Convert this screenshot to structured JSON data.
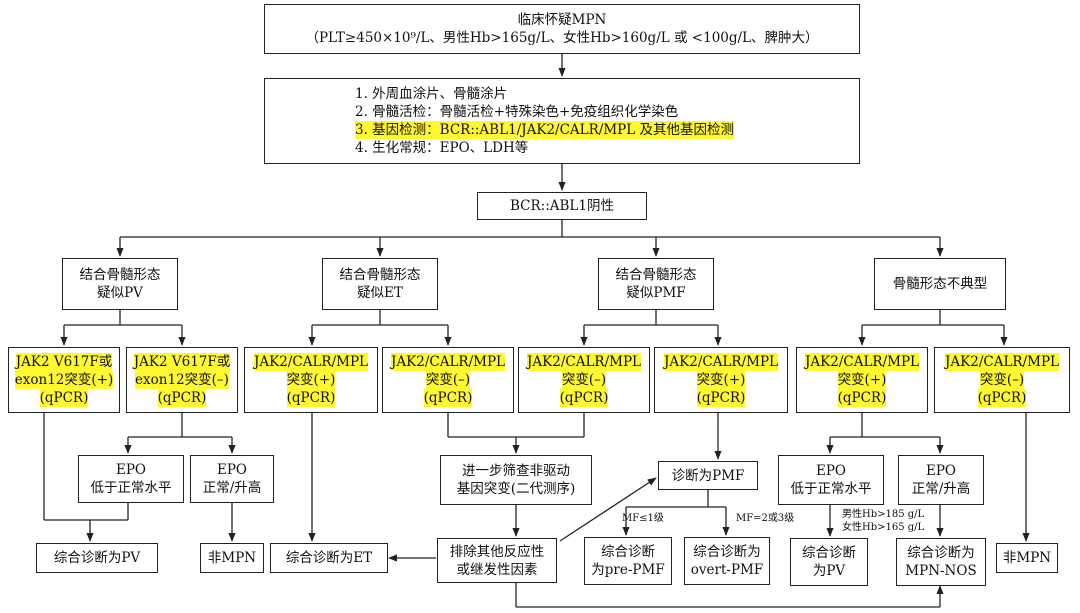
{
  "colors": {
    "highlight": "#fff830",
    "border": "#222222",
    "line": "#222222"
  },
  "nodes": {
    "start": {
      "lines": [
        "临床怀疑MPN",
        "（PLT≥450×10⁹/L、男性Hb>165g/L、女性Hb>160g/L 或 <100g/L、脾肿大）"
      ]
    },
    "workup": {
      "lines": [
        "1. 外周血涂片、骨髓涂片",
        "2. 骨髓活检：骨髓活检+特殊染色+免疫组织化学染色",
        "3. 基因检测：BCR::ABL1/JAK2/CALR/MPL 及其他基因检测",
        "4. 生化常规：EPO、LDH等"
      ]
    },
    "bcr_neg": {
      "lines": [
        "BCR::ABL1阴性"
      ]
    },
    "pv_like": {
      "lines": [
        "结合骨髓形态",
        "疑似PV"
      ]
    },
    "et_like": {
      "lines": [
        "结合骨髓形态",
        "疑似ET"
      ]
    },
    "pmf_like": {
      "lines": [
        "结合骨髓形态",
        "疑似PMF"
      ]
    },
    "atypical": {
      "lines": [
        "骨髓形态不典型"
      ]
    },
    "pv_pos": {
      "lines": [
        "JAK2 V617F或",
        "exon12突变(+)",
        "(qPCR)"
      ]
    },
    "pv_neg": {
      "lines": [
        "JAK2 V617F或",
        "exon12突变(–)",
        "(qPCR)"
      ]
    },
    "et_pos": {
      "lines": [
        "JAK2/CALR/MPL",
        "突变(+)",
        "(qPCR)"
      ]
    },
    "et_neg": {
      "lines": [
        "JAK2/CALR/MPL",
        "突变(–)",
        "(qPCR)"
      ]
    },
    "pmf_neg": {
      "lines": [
        "JAK2/CALR/MPL",
        "突变(–)",
        "(qPCR)"
      ]
    },
    "pmf_pos": {
      "lines": [
        "JAK2/CALR/MPL",
        "突变(+)",
        "(qPCR)"
      ]
    },
    "aty_pos": {
      "lines": [
        "JAK2/CALR/MPL",
        "突变(+)",
        "(qPCR)"
      ]
    },
    "aty_neg": {
      "lines": [
        "JAK2/CALR/MPL",
        "突变(–)",
        "(qPCR)"
      ]
    },
    "epo_low1": {
      "lines": [
        "EPO",
        "低于正常水平"
      ]
    },
    "epo_norm1": {
      "lines": [
        "EPO",
        "正常/升高"
      ]
    },
    "ngs": {
      "lines": [
        "进一步筛查非驱动",
        "基因突变(二代测序)"
      ]
    },
    "dx_pmf": {
      "lines": [
        "诊断为PMF"
      ]
    },
    "epo_low2": {
      "lines": [
        "EPO",
        "低于正常水平"
      ]
    },
    "epo_norm2": {
      "lines": [
        "EPO",
        "正常/升高"
      ]
    },
    "dx_pv": {
      "lines": [
        "综合诊断为PV"
      ]
    },
    "non_mpn1": {
      "lines": [
        "非MPN"
      ]
    },
    "dx_et": {
      "lines": [
        "综合诊断为ET"
      ]
    },
    "exclude": {
      "lines": [
        "排除其他反应性",
        "或继发性因素"
      ]
    },
    "pre_pmf": {
      "lines": [
        "综合诊断",
        "为pre-PMF"
      ]
    },
    "overt_pmf": {
      "lines": [
        "综合诊断为",
        "overt-PMF"
      ]
    },
    "dx_pv2": {
      "lines": [
        "综合诊断",
        "为PV"
      ]
    },
    "mpn_nos": {
      "lines": [
        "综合诊断为",
        "MPN-NOS"
      ]
    },
    "non_mpn2": {
      "lines": [
        "非MPN"
      ]
    }
  },
  "edge_labels": {
    "mf_low": "MF≤1级",
    "mf_high": "MF=2或3级",
    "hb_male": "男性Hb>185 g/L",
    "hb_female": "女性Hb>165 g/L"
  }
}
